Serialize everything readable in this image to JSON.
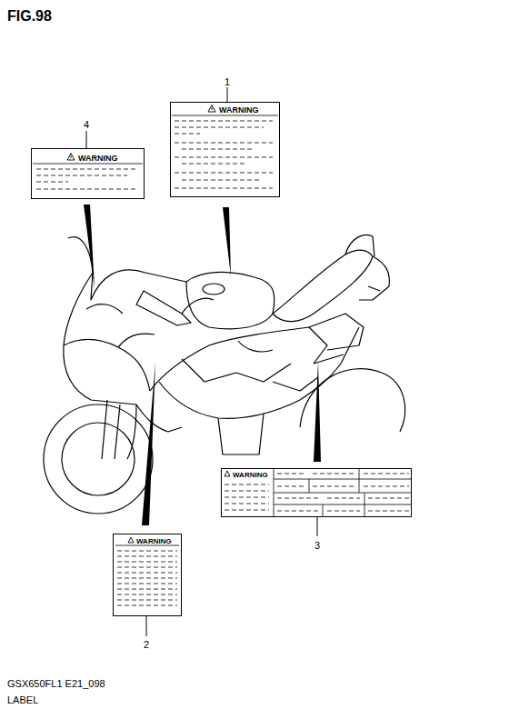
{
  "diagram": {
    "title": "FIG.98",
    "caption": "GSX650FL1 E21_098",
    "nodes": [
      {
        "text": [
          "WARNING"
        ]
      },
      {
        "text": [
          "WARNING"
        ]
      },
      {
        "text": [
          "WARNING"
        ]
      },
      {
        "text": [
          "WARNING"
        ]
      }
    ],
    "labels": [
      "1",
      "4",
      "3",
      "2",
      "LABEL"
    ]
  }
}
